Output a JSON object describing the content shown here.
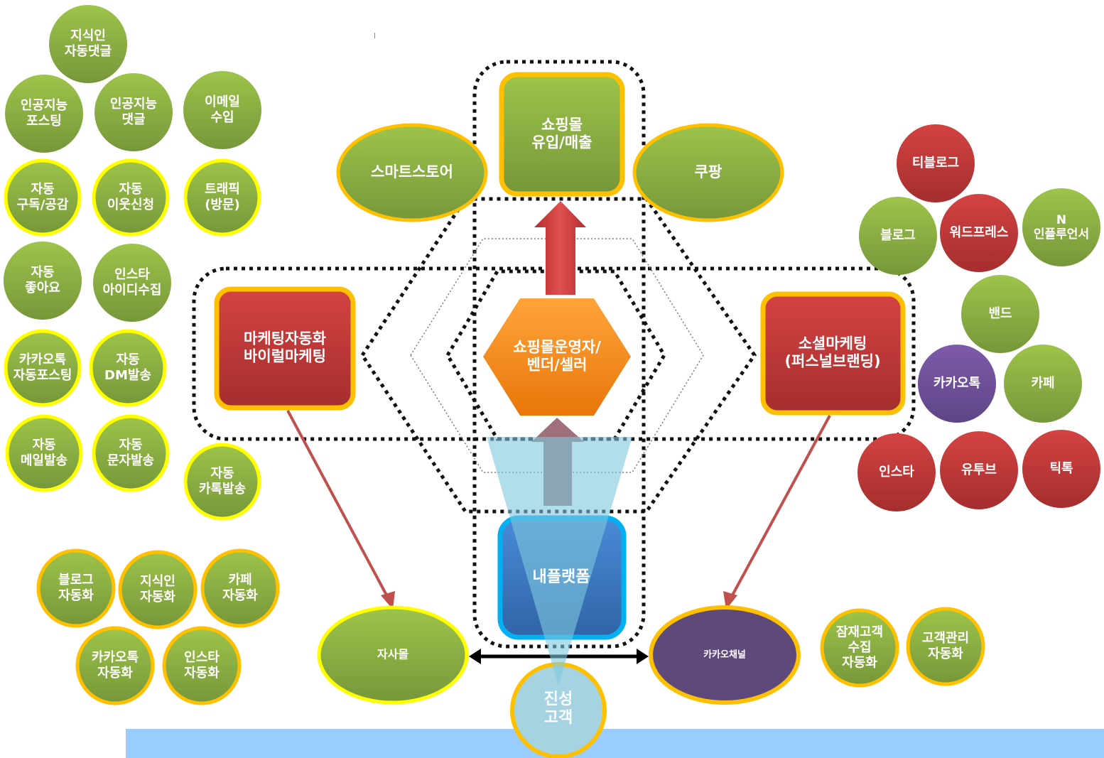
{
  "colors": {
    "green": "#8bb13f",
    "red": "#c0393a",
    "purple": "#6e4f96",
    "orange": "#f7941d",
    "yellow": "#ffff00",
    "gold": "#ffc000",
    "blue": "#3a78c2",
    "lightblue": "#99ccff"
  },
  "center": {
    "shopping_mall": [
      "쇼핑몰",
      "유입/매출"
    ],
    "smartstore": "스마트스토어",
    "coupang": "쿠팡",
    "operator": [
      "쇼핑몰운영자/",
      "벤더/셀러"
    ],
    "marketing_automation": [
      "마케팅자동화",
      "바이럴마케팅"
    ],
    "social_marketing": [
      "소셜마케팅",
      "(퍼스널브랜딩)"
    ],
    "my_platform": "내플랫폼",
    "own_mall": "자사몰",
    "kakao_channel": "카카오채널",
    "loyal_customer": [
      "진성",
      "고객"
    ]
  },
  "left_nodes": [
    {
      "lines": [
        "지식인",
        "자동댓글"
      ],
      "style": "plain"
    },
    {
      "lines": [
        "인공지능",
        "포스팅"
      ],
      "style": "plain"
    },
    {
      "lines": [
        "인공지능",
        "댓글"
      ],
      "style": "plain"
    },
    {
      "lines": [
        "이메일",
        "수입"
      ],
      "style": "plain"
    },
    {
      "lines": [
        "자동",
        "구독/공감"
      ],
      "style": "yellow"
    },
    {
      "lines": [
        "자동",
        "이웃신청"
      ],
      "style": "yellow"
    },
    {
      "lines": [
        "트래픽",
        "(방문)"
      ],
      "style": "yellow"
    },
    {
      "lines": [
        "자동",
        "좋아요"
      ],
      "style": "plain"
    },
    {
      "lines": [
        "인스타",
        "아이디수집"
      ],
      "style": "plain"
    },
    {
      "lines": [
        "카카오톡",
        "자동포스팅"
      ],
      "style": "yellow"
    },
    {
      "lines": [
        "자동",
        "DM발송"
      ],
      "style": "yellow"
    },
    {
      "lines": [
        "자동",
        "메일발송"
      ],
      "style": "yellow"
    },
    {
      "lines": [
        "자동",
        "문자발송"
      ],
      "style": "yellow"
    },
    {
      "lines": [
        "자동",
        "카톡발송"
      ],
      "style": "yellow"
    }
  ],
  "bottom_left_nodes": [
    {
      "lines": [
        "블로그",
        "자동화"
      ]
    },
    {
      "lines": [
        "지식인",
        "자동화"
      ]
    },
    {
      "lines": [
        "카페",
        "자동화"
      ]
    },
    {
      "lines": [
        "카카오톡",
        "자동화"
      ]
    },
    {
      "lines": [
        "인스타",
        "자동화"
      ]
    }
  ],
  "right_nodes": [
    {
      "lines": [
        "티블로그"
      ],
      "color": "red"
    },
    {
      "lines": [
        "블로그"
      ],
      "color": "green"
    },
    {
      "lines": [
        "워드프레스"
      ],
      "color": "red"
    },
    {
      "lines": [
        "N",
        "인플루언서"
      ],
      "color": "green"
    },
    {
      "lines": [
        "밴드"
      ],
      "color": "green"
    },
    {
      "lines": [
        "카카오톡"
      ],
      "color": "purple"
    },
    {
      "lines": [
        "카페"
      ],
      "color": "green"
    },
    {
      "lines": [
        "인스타"
      ],
      "color": "red"
    },
    {
      "lines": [
        "유투브"
      ],
      "color": "red"
    },
    {
      "lines": [
        "틱톡"
      ],
      "color": "red"
    }
  ],
  "bottom_right_nodes": [
    {
      "lines": [
        "잠재고객",
        "수집",
        "자동화"
      ]
    },
    {
      "lines": [
        "고객관리",
        "자동화"
      ]
    }
  ]
}
